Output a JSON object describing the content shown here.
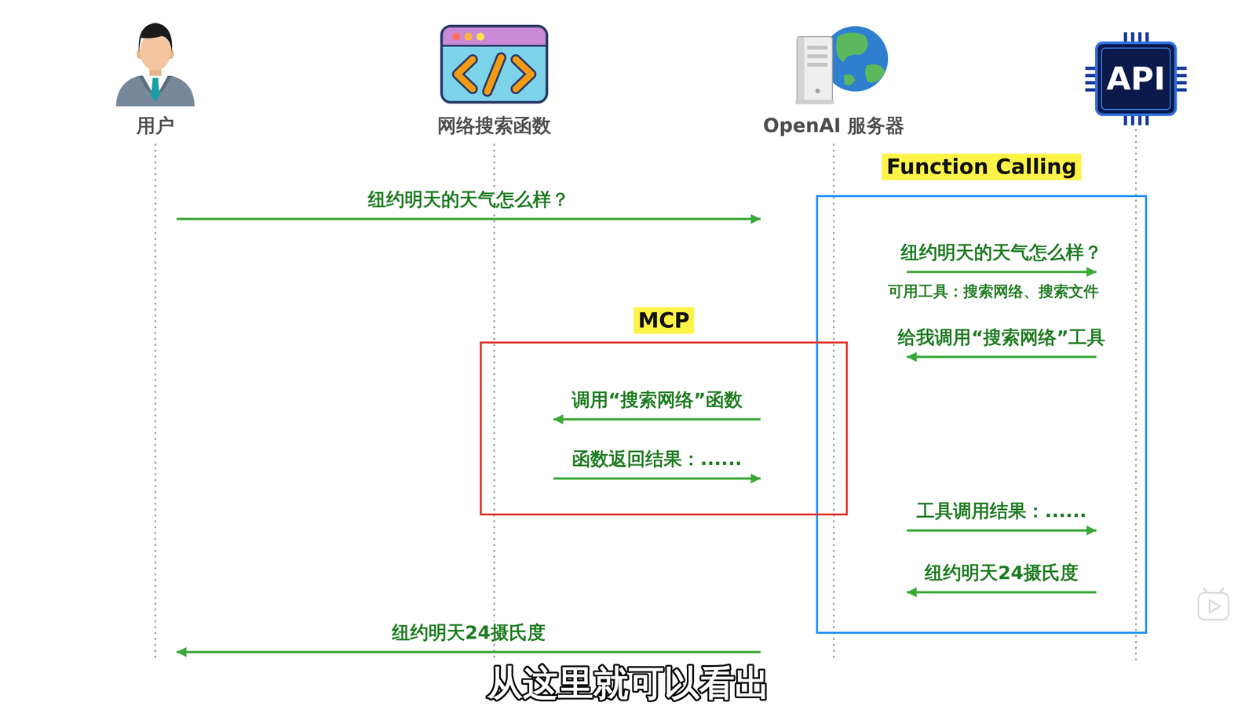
{
  "diagram": {
    "nodes": [
      {
        "text": [
          "用户"
        ]
      },
      {
        "text": [
          "网络搜索函数"
        ]
      },
      {
        "text": [
          "OpenAI 服务器"
        ]
      },
      {
        "text": [
          "API"
        ]
      },
      {
        "text": [
          "Function Calling"
        ]
      },
      {
        "text": [
          "MCP"
        ]
      }
    ],
    "edges": [
      {
        "from": 0,
        "to": 2,
        "label": "纽约明天的天气怎么样？",
        "arrow": "to"
      },
      {
        "from": 2,
        "to": 3,
        "label": "纽约明天的天气怎么样？",
        "arrow": "to"
      },
      {
        "from": 3,
        "to": 2,
        "label": "给我调用“搜索网络”工具",
        "arrow": "to"
      },
      {
        "from": 2,
        "to": 1,
        "label": "调用“搜索网络”函数",
        "arrow": "to"
      },
      {
        "from": 1,
        "to": 2,
        "label": "函数返回结果：......",
        "arrow": "to"
      },
      {
        "from": 2,
        "to": 3,
        "label": "工具调用结果：......",
        "arrow": "to"
      },
      {
        "from": 3,
        "to": 2,
        "label": "纽约明天24摄氏度",
        "arrow": "to"
      },
      {
        "from": 2,
        "to": 0,
        "label": "纽约明天24摄氏度",
        "arrow": "to"
      }
    ],
    "labels": [
      "可用工具：搜索网络、搜索文件",
      "从这里就可以看出"
    ]
  }
}
